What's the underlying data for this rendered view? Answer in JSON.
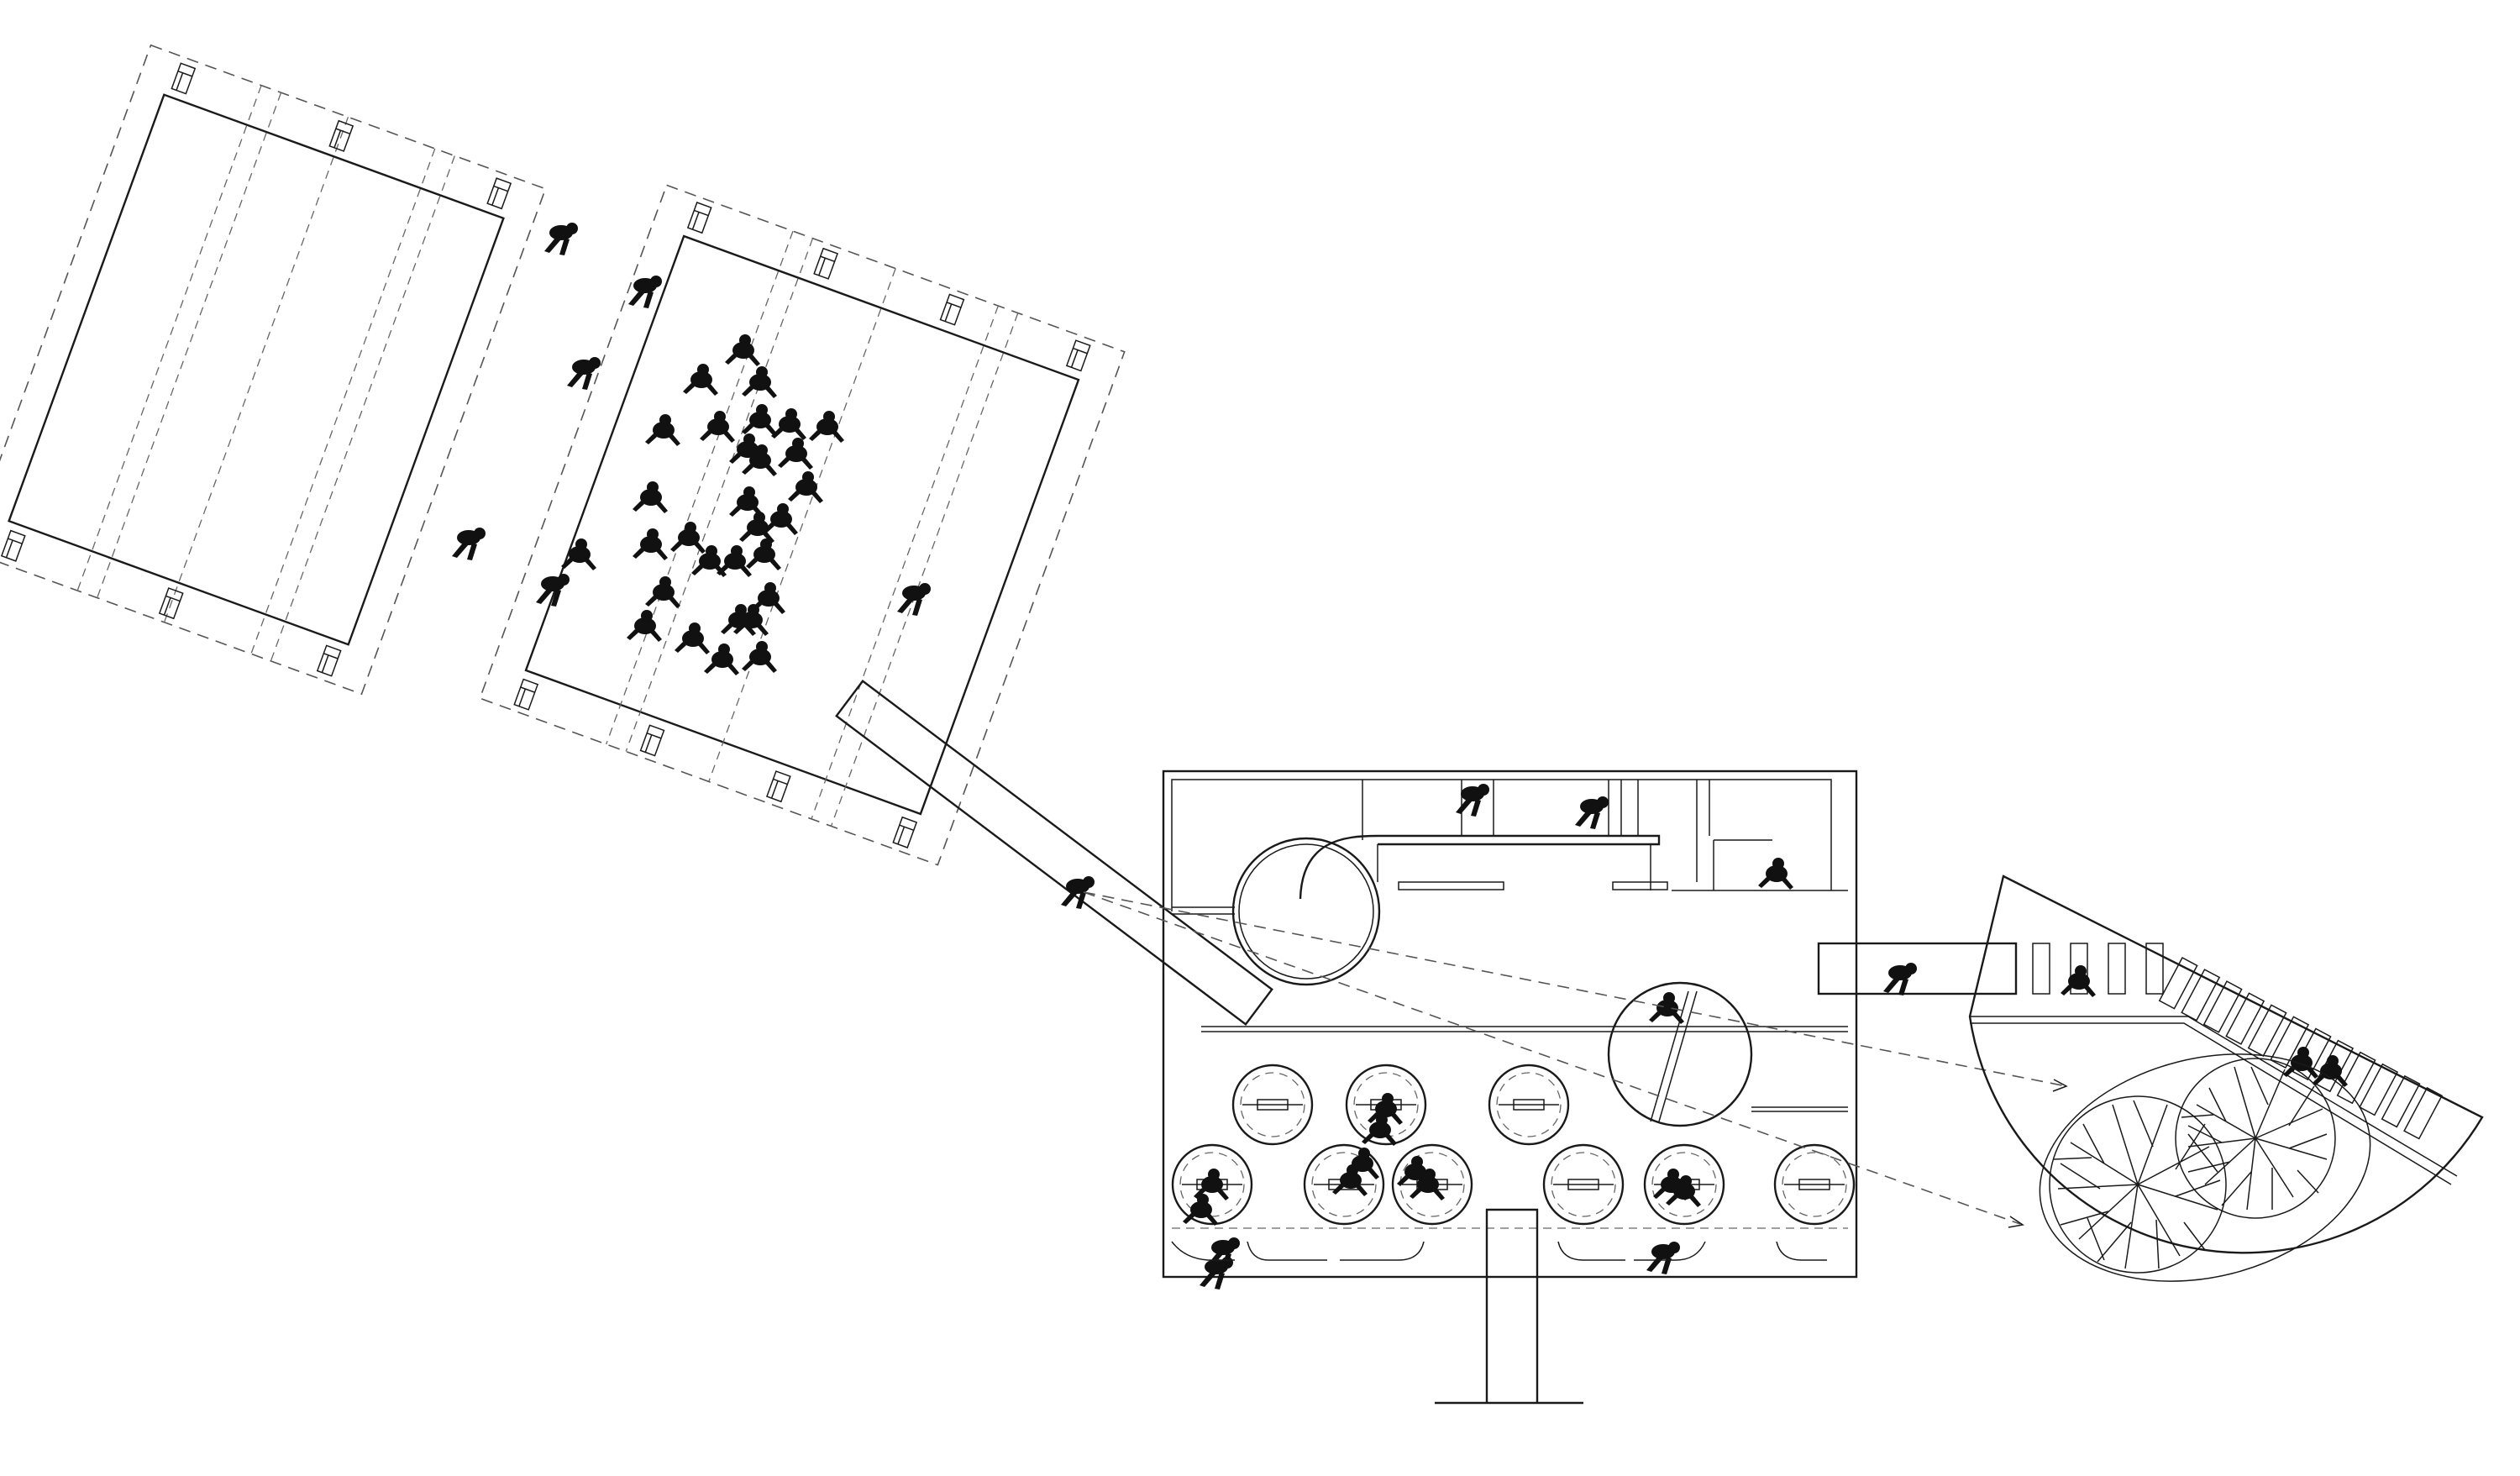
{
  "drawing": {
    "colors": {
      "line": "#1a1a1a",
      "figure": "#111111",
      "background": "#ffffff",
      "dashed": "#555555"
    },
    "elements": [
      "parking-deck-left",
      "parking-deck-center",
      "ramp-bridge",
      "main-building-plan",
      "semicircle-garden-pavilion",
      "entry-stair",
      "people-silhouettes",
      "tree-canopies",
      "sight-lines"
    ]
  }
}
